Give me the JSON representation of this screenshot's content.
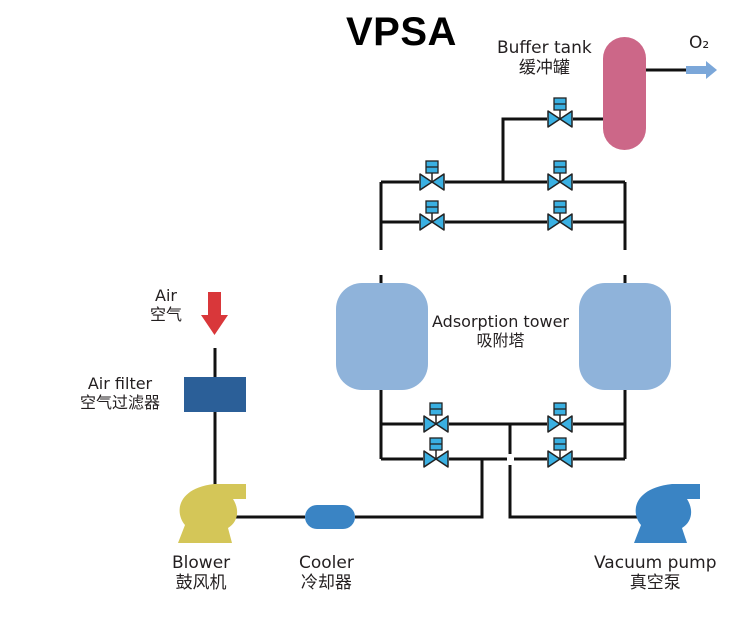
{
  "title": "VPSA",
  "components": {
    "buffer_tank": {
      "en": "Buffer tank",
      "zh": "缓冲罐",
      "color": "#cc6788"
    },
    "output": {
      "label": "O₂",
      "arrow_color": "#7ba7d9"
    },
    "adsorption_tower": {
      "en": "Adsorption tower",
      "zh": "吸附塔",
      "color": "#8fb3da"
    },
    "air": {
      "en": "Air",
      "zh": "空气",
      "arrow_color": "#d9373a"
    },
    "air_filter": {
      "en": "Air filter",
      "zh": "空气过滤器",
      "color": "#2b5f98"
    },
    "blower": {
      "en": "Blower",
      "zh": "鼓风机",
      "color": "#d4c658"
    },
    "cooler": {
      "en": "Cooler",
      "zh": "冷却器",
      "color": "#3a84c4"
    },
    "vacuum_pump": {
      "en": "Vacuum pump",
      "zh": "真空泵",
      "color": "#3a84c4"
    }
  },
  "valve": {
    "color": "#3ab0e2",
    "count": 9
  },
  "pipe_color": "#111111"
}
